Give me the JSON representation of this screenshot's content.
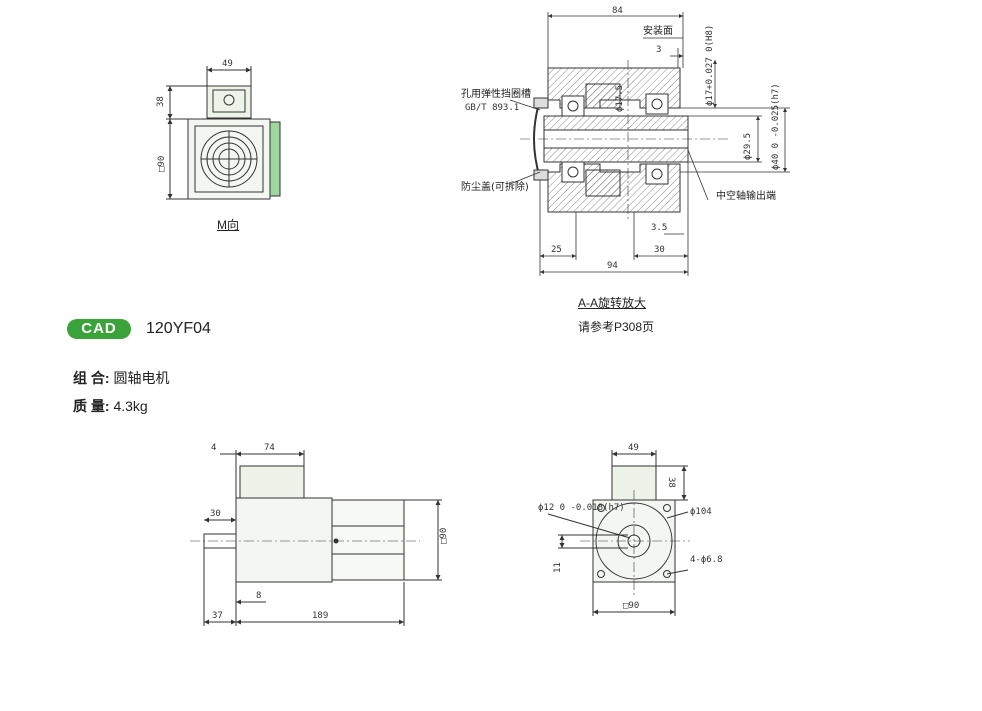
{
  "header": {
    "cad_badge": "CAD",
    "model": "120YF04"
  },
  "specs": {
    "combo_label": "组 合:",
    "combo_value": "圆轴电机",
    "mass_label": "质 量:",
    "mass_value": "4.3kg"
  },
  "view_m": {
    "caption": "M向",
    "dim_width": "49",
    "dim_height": "38",
    "dim_square": "□90"
  },
  "section_aa": {
    "caption": "A-A旋转放大",
    "reference": "请参考P308页",
    "dim_84": "84",
    "mount_face": "安装面",
    "dim_3": "3",
    "dim_17": "ϕ17+0.027 0(H8)",
    "dim_175": "ϕ17.5",
    "dim_295": "ϕ29.5",
    "dim_40": "ϕ40 0 -0.025(h7)",
    "snap_ring": "孔用弹性挡圈槽",
    "snap_ring_std": "GB/T 893.1",
    "dust_cover": "防尘盖(可拆除)",
    "hollow_end": "中空轴输出端",
    "dim_35": "3.5",
    "dim_25": "25",
    "dim_30": "30",
    "dim_94": "94"
  },
  "side_view": {
    "dim_4": "4",
    "dim_74": "74",
    "dim_30": "30",
    "dim_90": "□90",
    "dim_8": "8",
    "dim_37": "37",
    "dim_189": "189"
  },
  "front_view": {
    "dim_49": "49",
    "dim_38": "38",
    "dim_shaft": "ϕ12 0 -0.018(h7)",
    "dim_104": "ϕ104",
    "dim_holes": "4-ϕ6.8",
    "dim_11": "11",
    "dim_90": "□90"
  }
}
